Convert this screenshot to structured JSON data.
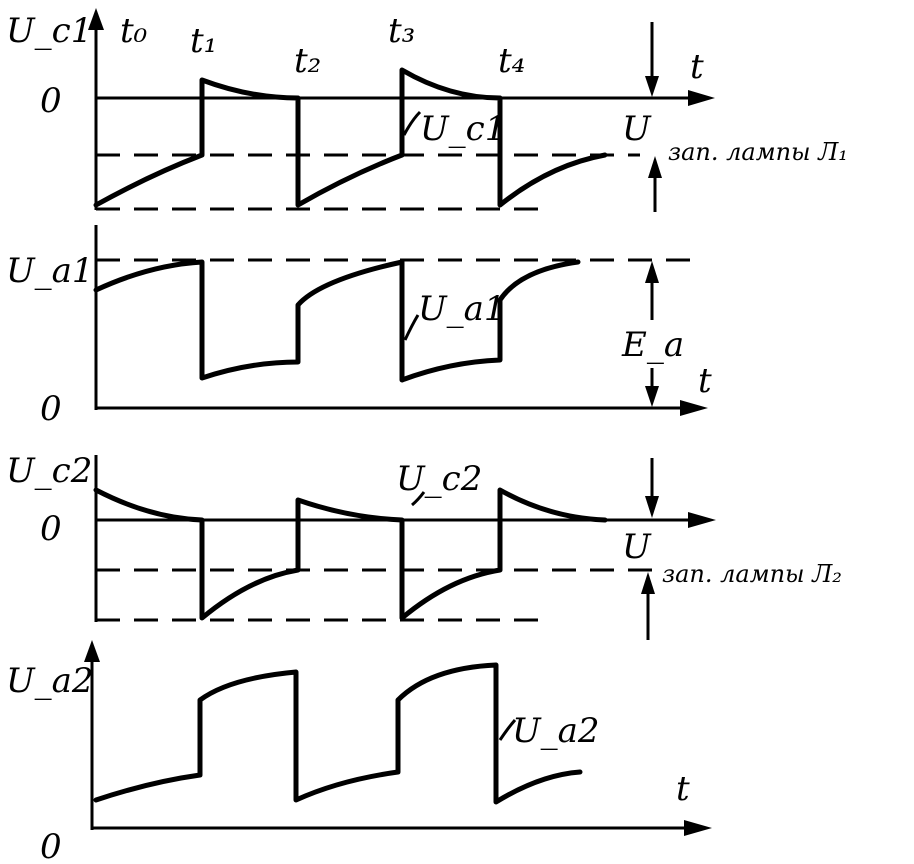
{
  "timing_marks": {
    "t0": "t₀",
    "t1": "t₁",
    "t2": "t₂",
    "t3": "t₃",
    "t4": "t₄"
  },
  "panels": {
    "uc1": {
      "axis_label": "U_c1",
      "zero": "0",
      "t_label": "t",
      "curve_label": "U_c1",
      "cutoff_label": "U",
      "cutoff_suffix": "зап. лампы Л₁"
    },
    "ua1": {
      "axis_label": "U_a1",
      "zero": "0",
      "t_label": "t",
      "curve_label": "U_a1",
      "supply_label": "E_a"
    },
    "uc2": {
      "axis_label": "U_c2",
      "zero": "0",
      "curve_label": "U_c2",
      "cutoff_label": "U",
      "cutoff_suffix": "зап. лампы Л₂"
    },
    "ua2": {
      "axis_label": "U_a2",
      "zero": "0",
      "t_label": "t",
      "curve_label": "U_a2"
    }
  }
}
